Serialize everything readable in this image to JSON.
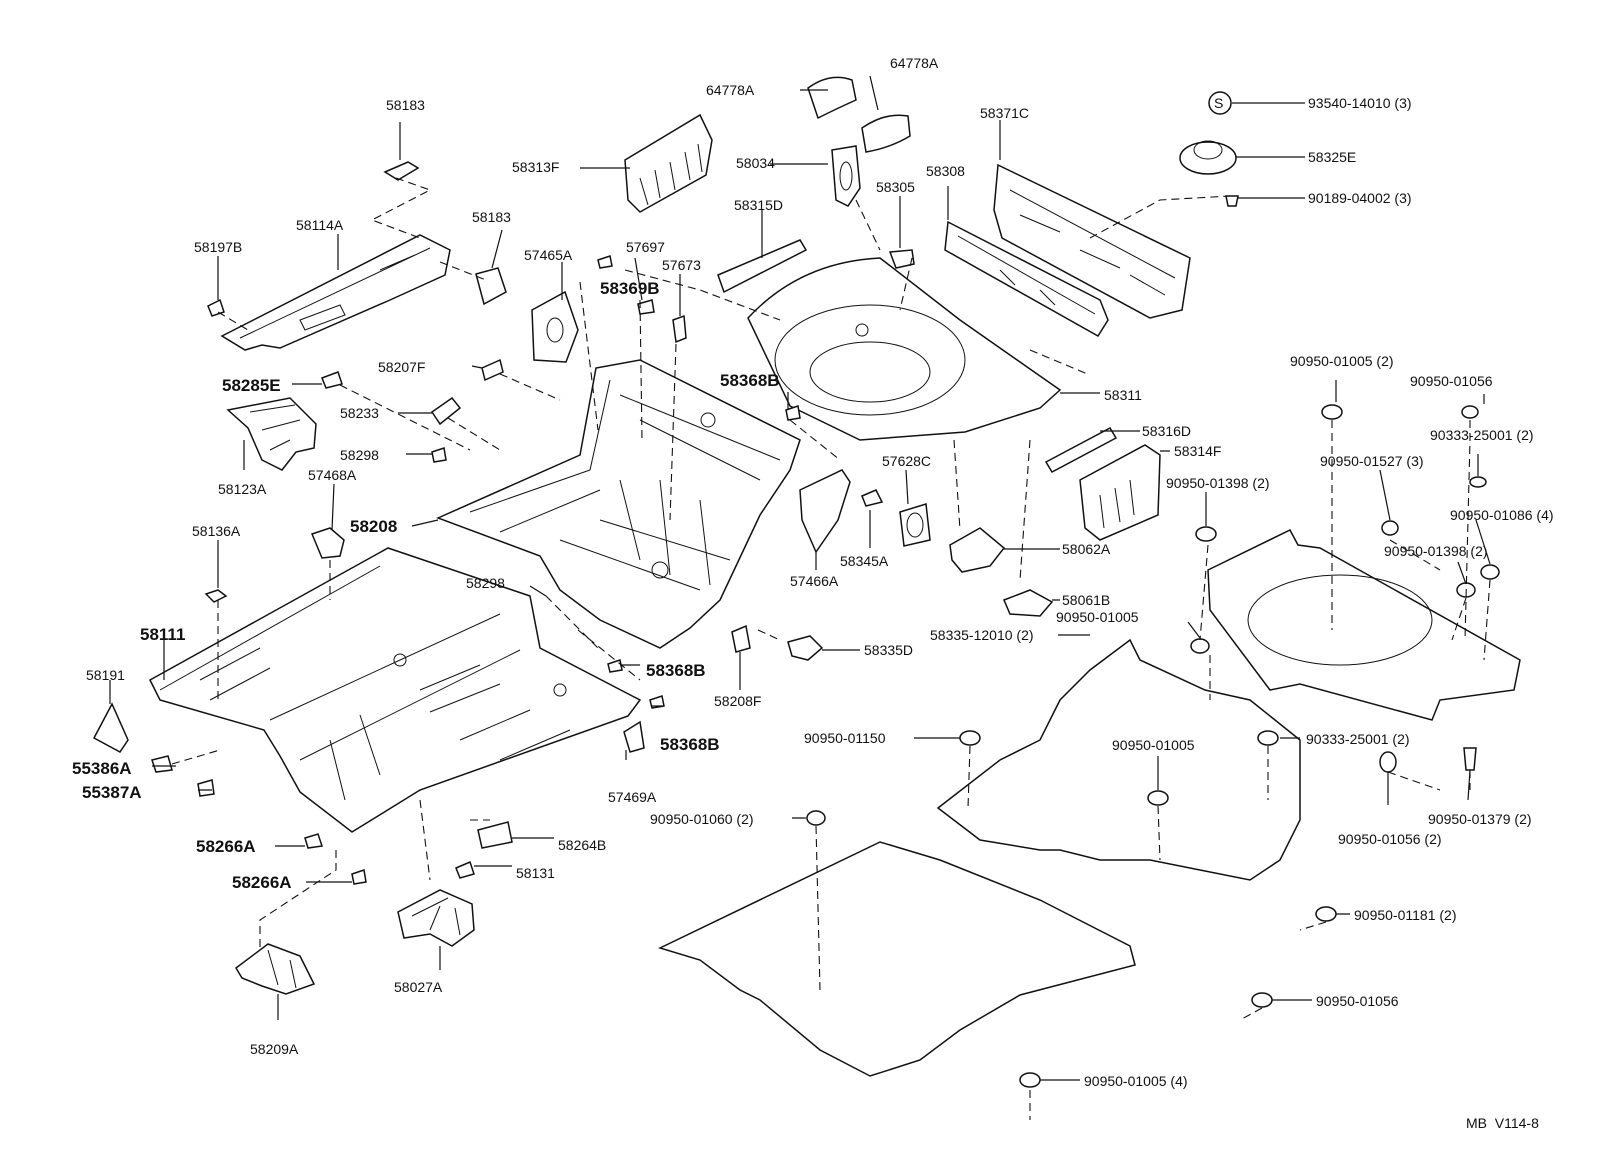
{
  "diagram_code": "MB  V114-8",
  "labels": {
    "p64778A_1": "64778A",
    "p64778A_2": "64778A",
    "p58183_1": "58183",
    "p58183_2": "58183",
    "p58313F": "58313F",
    "p58034": "58034",
    "p58371C": "58371C",
    "p93540": "93540-14010 (3)",
    "p58325E": "58325E",
    "p90189": "90189-04002 (3)",
    "p58308": "58308",
    "p58305": "58305",
    "p58315D": "58315D",
    "p58114A": "58114A",
    "p58197B": "58197B",
    "p57465A": "57465A",
    "p57697": "57697",
    "p58369B": "58369B",
    "p57673": "57673",
    "p58207F": "58207F",
    "p58285E": "58285E",
    "p58368B_1": "58368B",
    "p58233": "58233",
    "p58311": "58311",
    "p58316D": "58316D",
    "p58314F": "58314F",
    "p58298_1": "58298",
    "p58123A": "58123A",
    "p57468A": "57468A",
    "p57628C": "57628C",
    "p58208": "58208",
    "p58345A": "58345A",
    "p57466A": "57466A",
    "p58062A": "58062A",
    "p58136A": "58136A",
    "p58298_2": "58298",
    "p58061B": "58061B",
    "p58111": "58111",
    "p58335_12010": "58335-12010 (2)",
    "p58335D": "58335D",
    "p58368B_2": "58368B",
    "p58191": "58191",
    "p58208F": "58208F",
    "p58368B_3": "58368B",
    "p55386A": "55386A",
    "p55387A": "55387A",
    "p57469A": "57469A",
    "p58266A_1": "58266A",
    "p58266A_2": "58266A",
    "p58264B": "58264B",
    "p58131": "58131",
    "p58027A": "58027A",
    "p58209A": "58209A",
    "p90950_01005_2": "90950-01005 (2)",
    "p90950_01056_a": "90950-01056",
    "p90333_25001_a": "90333-25001 (2)",
    "p90950_01527": "90950-01527 (3)",
    "p90950_01398_a": "90950-01398 (2)",
    "p90950_01086": "90950-01086 (4)",
    "p90950_01398_b": "90950-01398 (2)",
    "p90950_01005_b": "90950-01005",
    "p90950_01150": "90950-01150",
    "p90950_01005_c": "90950-01005",
    "p90333_25001_b": "90333-25001 (2)",
    "p90950_01060": "90950-01060 (2)",
    "p90950_01379": "90950-01379 (2)",
    "p90950_01056_b": "90950-01056 (2)",
    "p90950_01181": "90950-01181 (2)",
    "p90950_01056_c": "90950-01056",
    "p90950_01005_4": "90950-01005 (4)"
  }
}
